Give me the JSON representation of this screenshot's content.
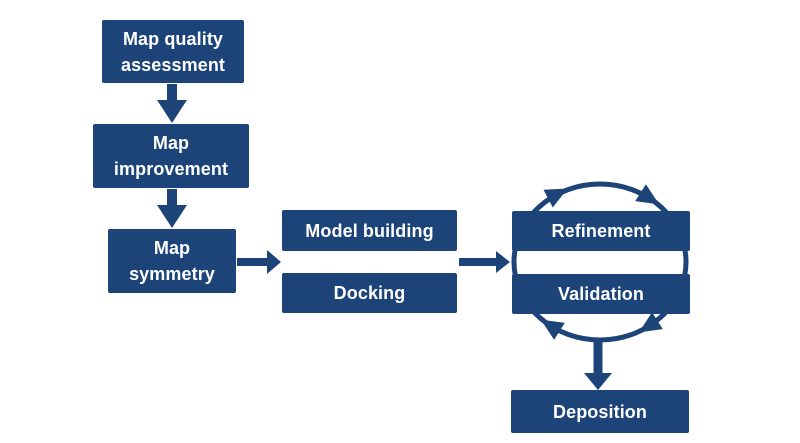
{
  "diagram": {
    "colors": {
      "node_fill": "#1d4478",
      "node_text": "#ffffff",
      "arrow": "#1d4478",
      "background": "#ffffff"
    },
    "nodes": [
      {
        "id": "map-quality-assessment",
        "lines": [
          "Map quality",
          "assessment"
        ]
      },
      {
        "id": "map-improvement",
        "lines": [
          "Map",
          "improvement"
        ]
      },
      {
        "id": "map-symmetry",
        "lines": [
          "Map",
          "symmetry"
        ]
      },
      {
        "id": "model-building",
        "lines": [
          "Model building"
        ]
      },
      {
        "id": "docking",
        "lines": [
          "Docking"
        ]
      },
      {
        "id": "refinement",
        "lines": [
          "Refinement"
        ]
      },
      {
        "id": "validation",
        "lines": [
          "Validation"
        ]
      },
      {
        "id": "deposition",
        "lines": [
          "Deposition"
        ]
      }
    ],
    "edges": [
      {
        "from": "map-quality-assessment",
        "to": "map-improvement",
        "type": "arrow-down"
      },
      {
        "from": "map-improvement",
        "to": "map-symmetry",
        "type": "arrow-down"
      },
      {
        "from": "map-symmetry",
        "to": "model-building-docking",
        "type": "arrow-right"
      },
      {
        "from": "model-building-docking",
        "to": "refinement-validation",
        "type": "arrow-right"
      },
      {
        "from": "refinement",
        "to": "validation",
        "type": "cycle-clockwise"
      },
      {
        "from": "refinement-validation",
        "to": "deposition",
        "type": "arrow-down"
      }
    ]
  }
}
